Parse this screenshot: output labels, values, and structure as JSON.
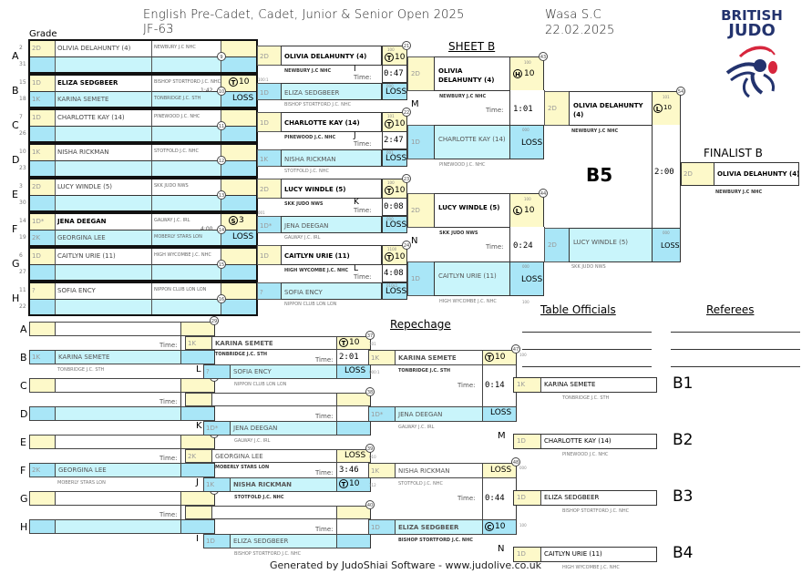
{
  "header": {
    "title": "English Pre-Cadet, Cadet, Junior & Senior Open 2025",
    "category": "JF-63",
    "venue": "Wasa S.C",
    "date": "22.02.2025",
    "logo_line1": "BRITISH",
    "logo_line2": "JUDO",
    "grade_label": "Grade",
    "sheet": "SHEET B",
    "repechage": "Repechage",
    "table_officials": "Table Officials",
    "referees": "Referees",
    "finalist": "FINALIST B",
    "footer": "Generated by JudoShiai Software - www.judolive.co.uk",
    "time_label": "Time:"
  },
  "pool": [
    {
      "row": "A",
      "seeds": [
        "2",
        "31"
      ],
      "grade": "2D",
      "name": "OLIVIA DELAHUNTY (4)",
      "club": "NEWBURY J.C NHC",
      "match": "9",
      "score": "",
      "time": "",
      "result": "",
      "grade2": "",
      "name2": "",
      "club2": ""
    },
    {
      "row": "B",
      "seeds": [
        "15",
        "18"
      ],
      "grade": "1D",
      "name": "ELIZA SEDGBEER",
      "club": "BISHOP STORTFORD J.C. NHC",
      "match": "10",
      "score": "10",
      "score_icon": "T",
      "time": "1:42",
      "result": "LOSS",
      "grade2": "1K",
      "name2": "KARINA SEMETE",
      "club2": "TONBRIDGE J.C. STH"
    },
    {
      "row": "C",
      "seeds": [
        "7",
        "26"
      ],
      "grade": "1D",
      "name": "CHARLOTTE KAY (14)",
      "club": "PINEWOOD J.C. NHC",
      "match": "11",
      "score": "",
      "time": "",
      "result": "",
      "grade2": "",
      "name2": "",
      "club2": ""
    },
    {
      "row": "D",
      "seeds": [
        "10",
        "23"
      ],
      "grade": "1K",
      "name": "NISHA RICKMAN",
      "club": "STOTFOLD J.C. NHC",
      "match": "12",
      "score": "",
      "time": "",
      "result": "",
      "grade2": "",
      "name2": "",
      "club2": ""
    },
    {
      "row": "E",
      "seeds": [
        "3",
        "30"
      ],
      "grade": "2D",
      "name": "LUCY WINDLE (5)",
      "club": "SKK JUDO NWS",
      "match": "13",
      "score": "",
      "time": "",
      "result": "",
      "grade2": "",
      "name2": "",
      "club2": ""
    },
    {
      "row": "F",
      "seeds": [
        "14",
        "19"
      ],
      "grade": "1D*",
      "name": "JENA DEEGAN",
      "club": "GALWAY J.C. IRL",
      "match": "14",
      "score": "3",
      "score_icon": "S",
      "time": "4:00",
      "result": "LOSS",
      "grade2": "2K",
      "name2": "GEORGINA LEE",
      "club2": "MOBERLY STARS LON"
    },
    {
      "row": "G",
      "seeds": [
        "6",
        "27"
      ],
      "grade": "1D",
      "name": "CAITLYN URIE (11)",
      "club": "HIGH WYCOMBE J.C. NHC",
      "match": "15",
      "score": "",
      "time": "",
      "result": "",
      "grade2": "",
      "name2": "",
      "club2": ""
    },
    {
      "row": "H",
      "seeds": [
        "11",
        "22"
      ],
      "grade": "?",
      "name": "SOFIA ENCY",
      "club": "NIPPON CLUB LON LON",
      "match": "16",
      "score": "",
      "time": "",
      "result": "",
      "grade2": "",
      "name2": "",
      "club2": ""
    }
  ],
  "round2": [
    {
      "match": "21",
      "grade": "2D",
      "name": "OLIVIA DELAHUNTY (4)",
      "club": "NEWBURY J.C NHC",
      "score_icon": "T",
      "score": "10",
      "small_top": "100",
      "time": "0:47",
      "small_mid": "100:1",
      "grade2": "1D",
      "name2": "ELIZA SEDGBEER",
      "club2": "BISHOP STORTFORD J.C. NHC",
      "small_bot": "000",
      "result": "LOSS",
      "mark": "I"
    },
    {
      "match": "22",
      "grade": "1D",
      "name": "CHARLOTTE KAY (14)",
      "club": "PINEWOOD J.C. NHC",
      "score_icon": "TT",
      "score": "10",
      "small_top": "101",
      "time": "2:47",
      "small_mid": "",
      "grade2": "1K",
      "name2": "NISHA RICKMAN",
      "club2": "STOTFOLD J.C. NHC",
      "small_bot": "001",
      "result": "LOSS",
      "mark": "J"
    },
    {
      "match": "23",
      "grade": "2D",
      "name": "LUCY WINDLE (5)",
      "club": "SKK JUDO NWS",
      "score_icon": "T",
      "score": "10",
      "small_top": "100",
      "time": "0:08",
      "small_mid": "001",
      "grade2": "1D*",
      "name2": "JENA DEEGAN",
      "club2": "GALWAY J.C. IRL",
      "small_bot": "000",
      "result": "LOSS",
      "mark": "K"
    },
    {
      "match": "24",
      "grade": "1D",
      "name": "CAITLYN URIE (11)",
      "club": "HIGH WYCOMBE J.C. NHC",
      "score_icon": "T",
      "score": "10",
      "small_top": "1100",
      "time": "4:08",
      "small_mid": "",
      "grade2": "?",
      "name2": "SOFIA ENCY",
      "club2": "NIPPON CLUB LON LON",
      "small_bot": "010s1",
      "result": "LOSS",
      "mark": "L"
    }
  ],
  "semis": [
    {
      "match": "43",
      "grade": "2D",
      "name": "OLIVIA DELAHUNTY (4)",
      "club": "NEWBURY J.C NHC",
      "score_icon": "H",
      "score": "10",
      "small_top": "100",
      "time": "1:01",
      "grade2": "1D",
      "name2": "CHARLOTTE KAY (14)",
      "club2": "PINEWOOD J.C. NHC",
      "small_bot": "000",
      "result": "LOSS",
      "mark": "M"
    },
    {
      "match": "44",
      "grade": "2D",
      "name": "LUCY WINDLE (5)",
      "club": "SKK JUDO NWS",
      "score_icon": "L",
      "score": "10",
      "small_top": "100",
      "time": "0:24",
      "grade2": "1D",
      "name2": "CAITLYN URIE (11)",
      "club2": "HIGH WYCOMBE J.C. NHC",
      "small_bot": "000",
      "small_after": "100",
      "result": "LOSS",
      "mark": "N"
    }
  ],
  "final": {
    "match": "54",
    "pool_label": "B5",
    "grade": "2D",
    "name": "OLIVIA DELAHUNTY (4)",
    "club": "NEWBURY J.C NHC",
    "score_icon": "L",
    "score": "10",
    "small_top": "101",
    "time": "2:00",
    "grade2": "2D",
    "name2": "LUCY WINDLE (5)",
    "club2": "SKK JUDO NWS",
    "small_bot": "000",
    "result": "LOSS"
  },
  "finalist": {
    "grade": "2D",
    "name": "OLIVIA DELAHUNTY (4)",
    "club": "NEWBURY J.C NHC"
  },
  "rep_first": [
    {
      "rows": [
        "A",
        "B"
      ],
      "match": "29",
      "grade2": "1K",
      "name2": "KARINA SEMETE",
      "club2": "TONBRIDGE J.C. STH"
    },
    {
      "rows": [
        "C",
        "D"
      ],
      "match": "30",
      "grade2": "",
      "name2": "",
      "club2": ""
    },
    {
      "rows": [
        "E",
        "F"
      ],
      "match": "31",
      "grade2": "2K",
      "name2": "GEORGINA LEE",
      "club2": "MOBERLY STARS LON"
    },
    {
      "rows": [
        "G",
        "H"
      ],
      "match": "32",
      "grade2": "",
      "name2": "",
      "club2": ""
    }
  ],
  "rep_second": [
    {
      "match": "37",
      "grade": "1K",
      "name": "KARINA SEMETE",
      "club": "TONBRIDGE J.C. STH",
      "score_icon": "T",
      "score": "10",
      "time": "2:01",
      "mark": "L",
      "grade2": "?",
      "name2": "SOFIA ENCY",
      "club2": "NIPPON CLUB LON LON",
      "result": "LOSS"
    },
    {
      "match": "38",
      "grade": "",
      "name": "",
      "club": "",
      "score_icon": "",
      "score": "",
      "time": "",
      "mark": "K",
      "grade2": "1D*",
      "name2": "JENA DEEGAN",
      "club2": "GALWAY J.C. IRL",
      "result": ""
    },
    {
      "match": "39",
      "grade": "2K",
      "name": "GEORGINA LEE",
      "club": "MOBERLY STARS LON",
      "score_icon": "",
      "score": "",
      "time": "3:46",
      "mark": "J",
      "grade2": "1K",
      "name2": "NISHA RICKMAN",
      "club2": "STOTFOLD J.C. NHC",
      "result": "LOSS",
      "score2_icon": "T",
      "score2": "10"
    },
    {
      "match": "40",
      "grade": "",
      "name": "",
      "club": "",
      "score_icon": "",
      "score": "",
      "time": "",
      "mark": "I",
      "grade2": "1D",
      "name2": "ELIZA SEDGBEER",
      "club2": "BISHOP STORTFORD J.C. NHC",
      "result": ""
    }
  ],
  "rep_third": [
    {
      "match": "47",
      "grade": "1K",
      "name": "KARINA SEMETE",
      "club": "TONBRIDGE J.C. STH",
      "score_icon": "T",
      "score": "10",
      "small_top": "101",
      "small_mid": "000:1",
      "time": "0:14",
      "grade2": "1D*",
      "name2": "JENA DEEGAN",
      "club2": "GALWAY J.C. IRL",
      "result": "LOSS",
      "small_after": "100"
    },
    {
      "match": "48",
      "grade": "1K",
      "name": "NISHA RICKMAN",
      "club": "STOTFOLD J.C. NHC",
      "result": "LOSS",
      "small_top": "010",
      "small_mid": "112",
      "time": "0:44",
      "grade2": "1D",
      "name2": "ELIZA SEDGBEER",
      "club2": "BISHOP STORTFORD J.C. NHC",
      "score_icon": "C",
      "score": "10",
      "small_after": "000",
      "small_after2": "100"
    }
  ],
  "bronze": [
    {
      "grade": "1K",
      "name": "KARINA SEMETE",
      "club": "TONBRIDGE J.C. STH",
      "label": "B1",
      "mark": ""
    },
    {
      "grade": "1D",
      "name": "CHARLOTTE KAY (14)",
      "club": "PINEWOOD J.C. NHC",
      "label": "B2",
      "mark": "M"
    },
    {
      "grade": "1D",
      "name": "ELIZA SEDGBEER",
      "club": "BISHOP STORTFORD J.C. NHC",
      "label": "B3",
      "mark": ""
    },
    {
      "grade": "1D",
      "name": "CAITLYN URIE (11)",
      "club": "HIGH WYCOMBE J.C. NHC",
      "label": "B4",
      "mark": "N"
    }
  ]
}
